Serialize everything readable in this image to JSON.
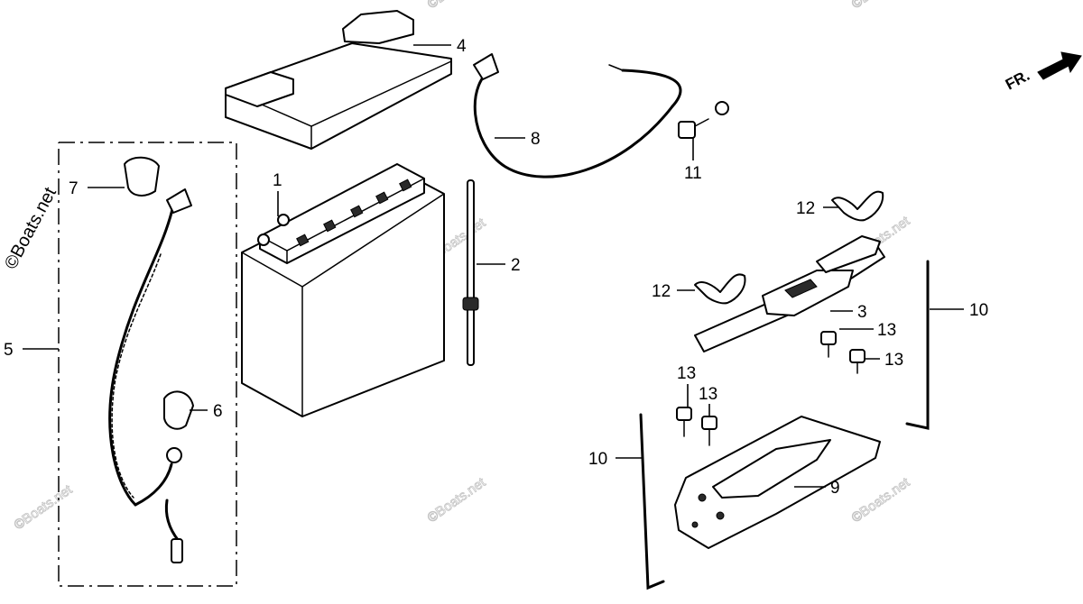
{
  "watermark": "©Boats.net",
  "direction_label": "FR.",
  "callouts": {
    "c1": "1",
    "c2": "2",
    "c3": "3",
    "c4": "4",
    "c5": "5",
    "c6": "6",
    "c7": "7",
    "c8": "8",
    "c9": "9",
    "c10a": "10",
    "c10b": "10",
    "c11": "11",
    "c12a": "12",
    "c12b": "12",
    "c13a": "13",
    "c13b": "13",
    "c13c": "13",
    "c13d": "13"
  }
}
